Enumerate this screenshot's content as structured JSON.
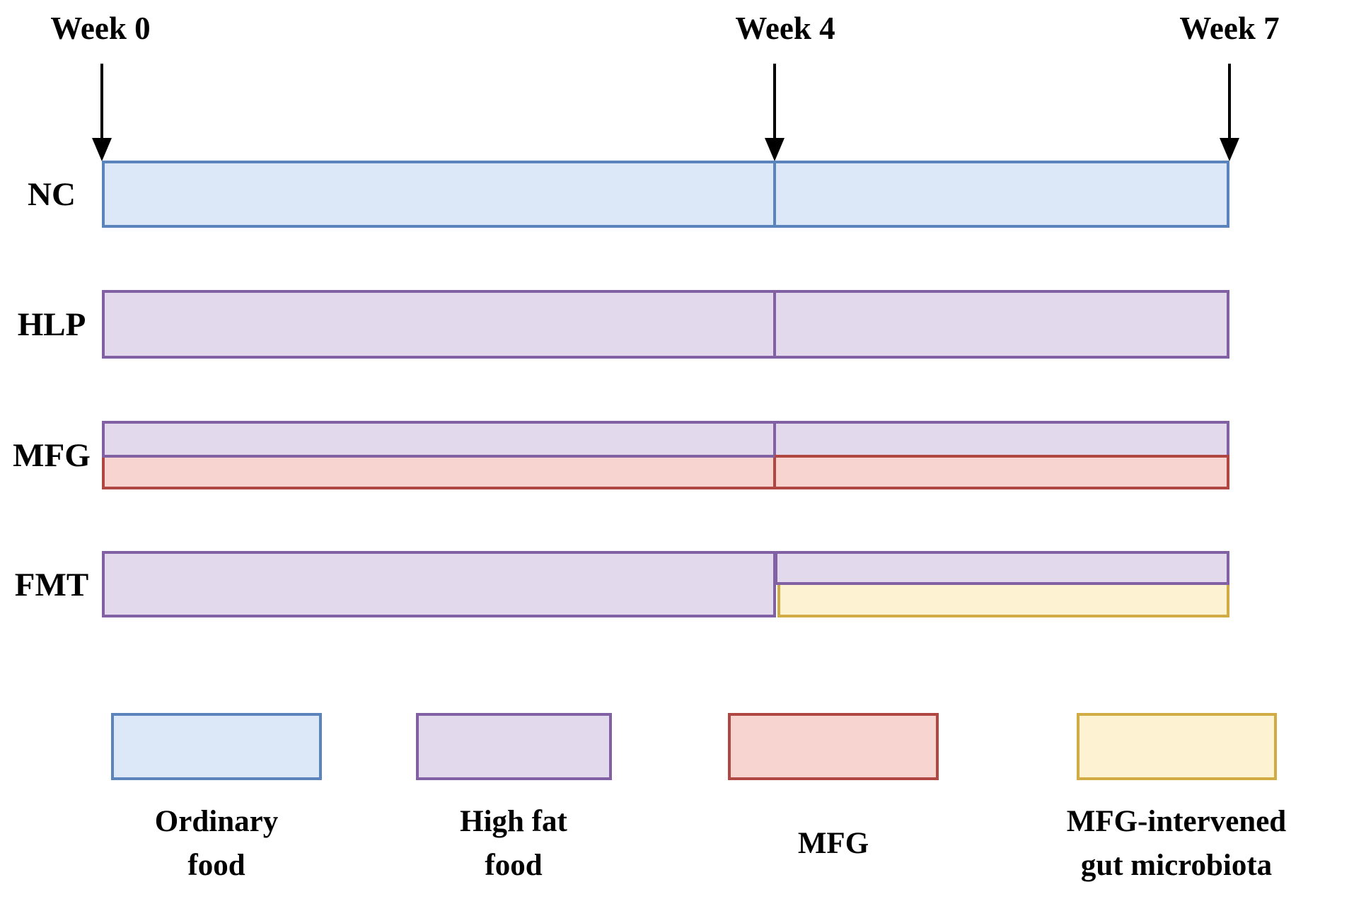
{
  "figure": {
    "week_markers": [
      "Week 0",
      "Week 4",
      "Week 7"
    ],
    "groups": [
      {
        "label": "NC",
        "schedule": [
          {
            "treatment": "Ordinary food",
            "from_week": 0,
            "to_week": 7
          }
        ]
      },
      {
        "label": "HLP",
        "schedule": [
          {
            "treatment": "High fat food",
            "from_week": 0,
            "to_week": 7
          }
        ]
      },
      {
        "label": "MFG",
        "schedule": [
          {
            "treatment": "High fat food",
            "from_week": 0,
            "to_week": 7
          },
          {
            "treatment": "MFG",
            "from_week": 0,
            "to_week": 7
          }
        ]
      },
      {
        "label": "FMT",
        "schedule": [
          {
            "treatment": "High fat food",
            "from_week": 0,
            "to_week": 7
          },
          {
            "treatment": "MFG-intervened gut microbiota",
            "from_week": 4,
            "to_week": 7
          }
        ]
      }
    ],
    "legend": [
      {
        "key": "ordinary_food",
        "label": "Ordinary\nfood"
      },
      {
        "key": "high_fat_food",
        "label": "High fat\nfood"
      },
      {
        "key": "mfg",
        "label": "MFG"
      },
      {
        "key": "mfg_microbiota",
        "label": "MFG-intervened\ngut microbiota"
      }
    ],
    "colors": {
      "ordinary_food_fill": "#dce8f7",
      "ordinary_food_border": "#5b84bd",
      "high_fat_fill": "#e2d9ec",
      "high_fat_border": "#8161a4",
      "mfg_fill": "#f8d4d1",
      "mfg_border": "#b04743",
      "microbiota_fill": "#fdf2d1",
      "microbiota_border": "#d1ac45",
      "text": "#000000",
      "background": "#ffffff"
    }
  }
}
